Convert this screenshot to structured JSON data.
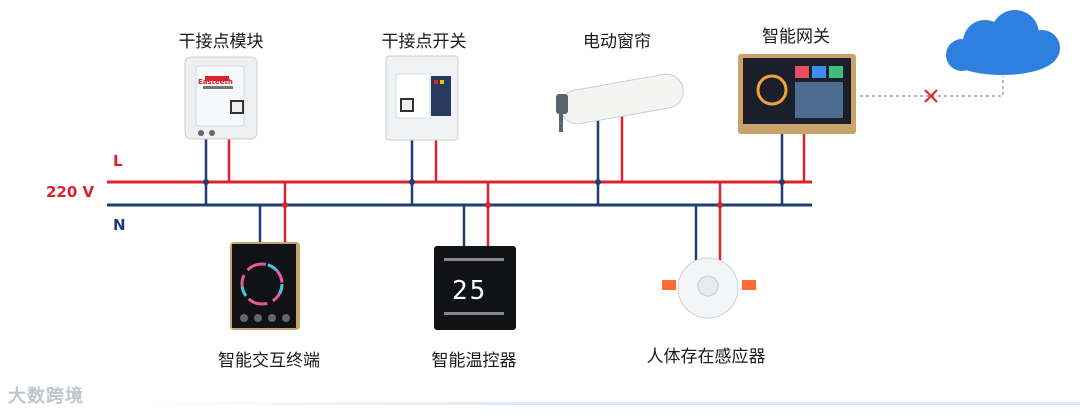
{
  "rails": {
    "live_label": "L",
    "voltage_label": "220 V",
    "neutral_label": "N"
  },
  "devices_top": {
    "dry_contact_module": "干接点模块",
    "dry_contact_switch": "干接点开关",
    "electric_curtain": "电动窗帘",
    "smart_gateway": "智能网关"
  },
  "devices_bottom": {
    "smart_terminal": "智能交互终端",
    "smart_thermostat": "智能温控器",
    "presence_sensor": "人体存在感应器"
  },
  "thermostat_display": "25",
  "module_brand": "Easteeth",
  "cloud_status_icon": "x-mark-icon",
  "watermark": "大数跨境",
  "colors": {
    "live": "#d9232d",
    "neutral": "#1f3e72",
    "cloud": "#2f7fe0"
  }
}
